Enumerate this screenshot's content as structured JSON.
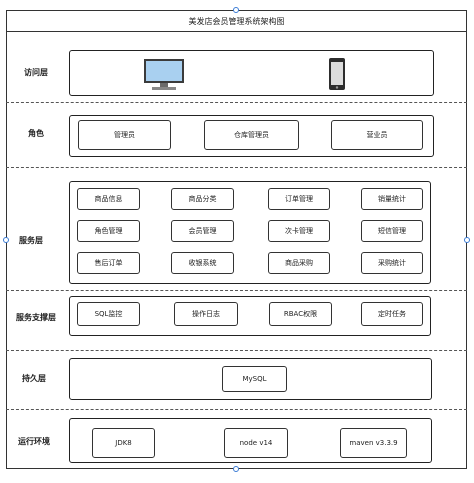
{
  "title": "美发店会员管理系统架构图",
  "layers": {
    "access": {
      "label": "访问层",
      "icons": [
        "monitor-icon",
        "phone-icon"
      ]
    },
    "role": {
      "label": "角色",
      "items": [
        "管理员",
        "仓库管理员",
        "营业员"
      ]
    },
    "service": {
      "label": "服务层",
      "rows": [
        [
          "商品信息",
          "商品分类",
          "订单管理",
          "销量统计"
        ],
        [
          "角色管理",
          "会员管理",
          "次卡管理",
          "短信管理"
        ],
        [
          "售后订单",
          "收银系统",
          "商品采购",
          "采购统计"
        ]
      ]
    },
    "support": {
      "label": "服务支撑层",
      "items": [
        "SQL监控",
        "操作日志",
        "RBAC权限",
        "定时任务"
      ]
    },
    "persistence": {
      "label": "持久层",
      "items": [
        "MySQL"
      ]
    },
    "runtime": {
      "label": "运行环境",
      "items": [
        "JDK8",
        "node v14",
        "maven v3.3.9"
      ]
    }
  },
  "colors": {
    "border": "#333333",
    "handle": "#3a7bd5"
  }
}
